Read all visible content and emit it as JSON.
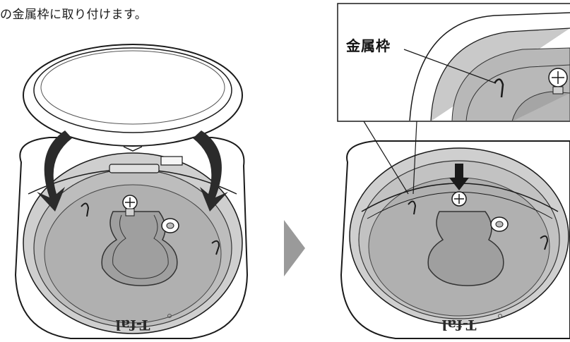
{
  "instruction": {
    "caption": "の金属枠に取り付けます。"
  },
  "callout": {
    "label": "金属枠"
  },
  "brand": {
    "logo_text": "T-fal"
  },
  "colors": {
    "outline": "#1a1a1a",
    "inner_gray": "#b5b5b5",
    "dark_gray": "#8c8c8c",
    "arrow": "#2b2b2b",
    "step_arrow": "#9a9a9a"
  }
}
